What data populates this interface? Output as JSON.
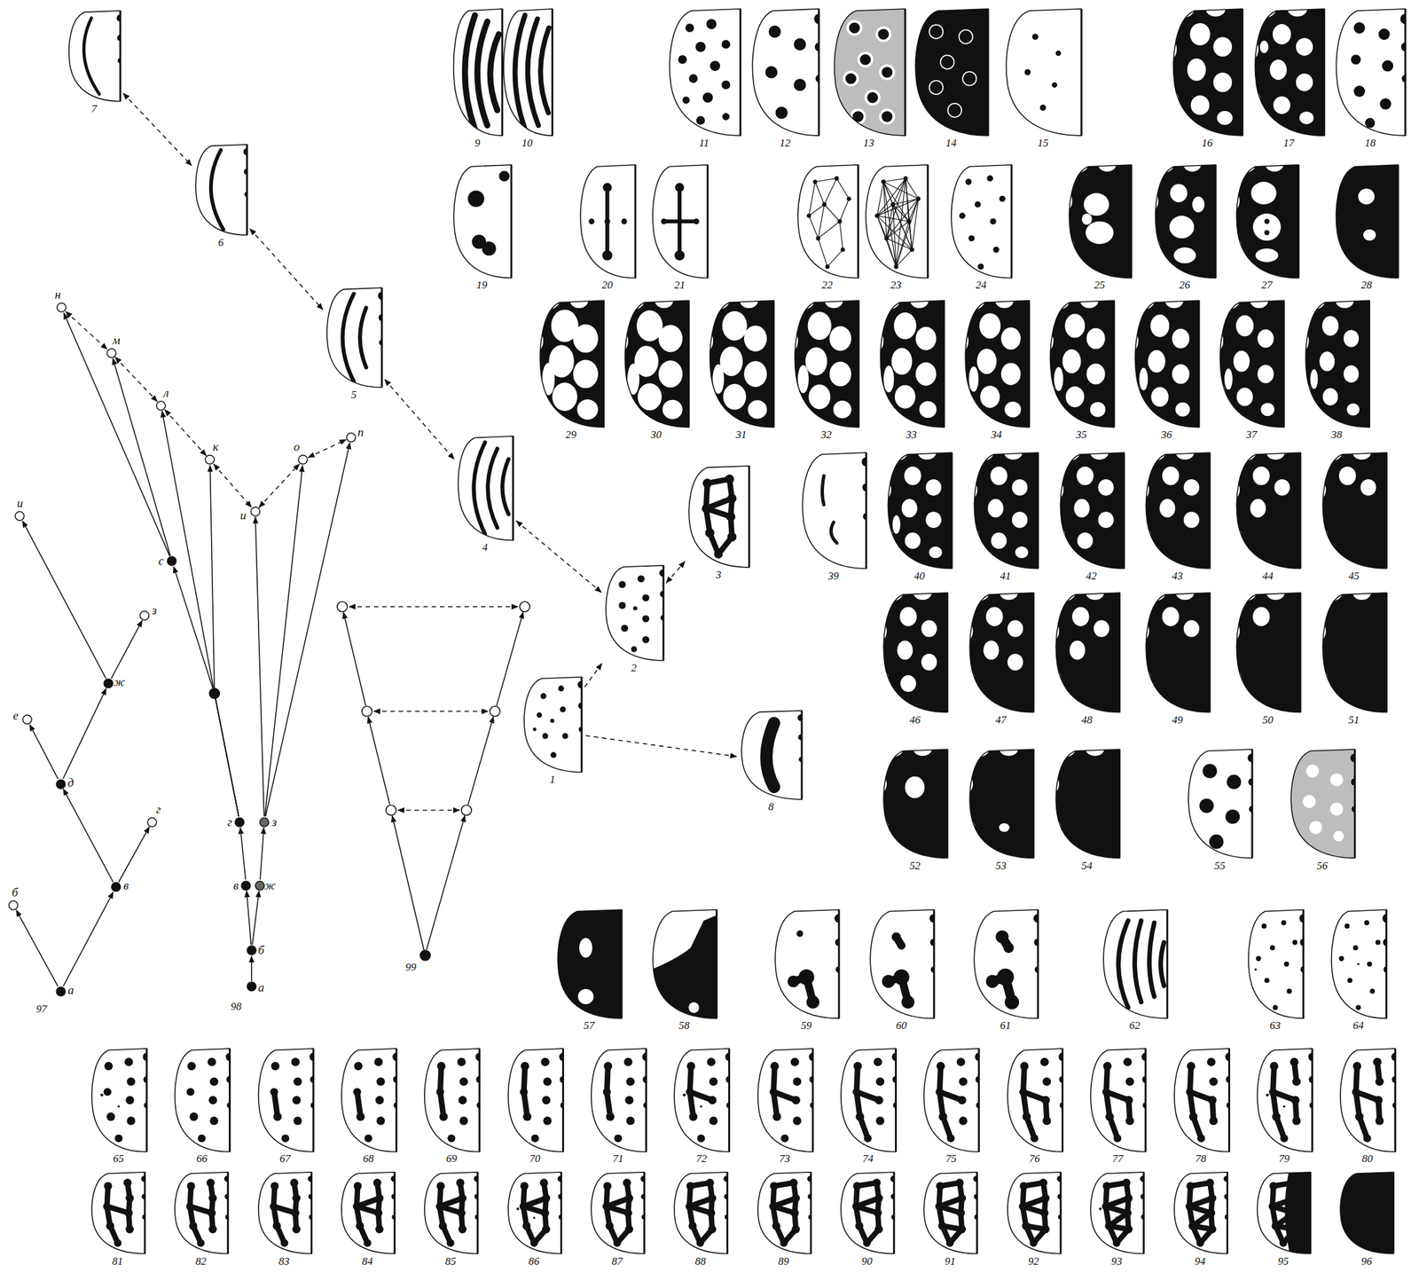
{
  "diagram": {
    "nodes": [
      {
        "text": [
          "1"
        ]
      },
      {
        "text": [
          "2"
        ]
      },
      {
        "text": [
          "3"
        ]
      },
      {
        "text": [
          "4"
        ]
      },
      {
        "text": [
          "5"
        ]
      },
      {
        "text": [
          "6"
        ]
      },
      {
        "text": [
          "7"
        ]
      },
      {
        "text": [
          "8"
        ]
      },
      {
        "text": [
          "9"
        ]
      },
      {
        "text": [
          "10"
        ]
      },
      {
        "text": [
          "11"
        ]
      },
      {
        "text": [
          "12"
        ]
      },
      {
        "text": [
          "13"
        ]
      },
      {
        "text": [
          "14"
        ]
      },
      {
        "text": [
          "15"
        ]
      },
      {
        "text": [
          "16"
        ]
      },
      {
        "text": [
          "17"
        ]
      },
      {
        "text": [
          "18"
        ]
      },
      {
        "text": [
          "19"
        ]
      },
      {
        "text": [
          "20"
        ]
      },
      {
        "text": [
          "21"
        ]
      },
      {
        "text": [
          "22"
        ]
      },
      {
        "text": [
          "23"
        ]
      },
      {
        "text": [
          "24"
        ]
      },
      {
        "text": [
          "25"
        ]
      },
      {
        "text": [
          "26"
        ]
      },
      {
        "text": [
          "27"
        ]
      },
      {
        "text": [
          "28"
        ]
      },
      {
        "text": [
          "29"
        ]
      },
      {
        "text": [
          "30"
        ]
      },
      {
        "text": [
          "31"
        ]
      },
      {
        "text": [
          "32"
        ]
      },
      {
        "text": [
          "33"
        ]
      },
      {
        "text": [
          "34"
        ]
      },
      {
        "text": [
          "35"
        ]
      },
      {
        "text": [
          "36"
        ]
      },
      {
        "text": [
          "37"
        ]
      },
      {
        "text": [
          "38"
        ]
      },
      {
        "text": [
          "39"
        ]
      },
      {
        "text": [
          "40"
        ]
      },
      {
        "text": [
          "41"
        ]
      },
      {
        "text": [
          "42"
        ]
      },
      {
        "text": [
          "43"
        ]
      },
      {
        "text": [
          "44"
        ]
      },
      {
        "text": [
          "45"
        ]
      },
      {
        "text": [
          "46"
        ]
      },
      {
        "text": [
          "47"
        ]
      },
      {
        "text": [
          "48"
        ]
      },
      {
        "text": [
          "49"
        ]
      },
      {
        "text": [
          "50"
        ]
      },
      {
        "text": [
          "51"
        ]
      },
      {
        "text": [
          "52"
        ]
      },
      {
        "text": [
          "53"
        ]
      },
      {
        "text": [
          "54"
        ]
      },
      {
        "text": [
          "55"
        ]
      },
      {
        "text": [
          "56"
        ]
      },
      {
        "text": [
          "57"
        ]
      },
      {
        "text": [
          "58"
        ]
      },
      {
        "text": [
          "59"
        ]
      },
      {
        "text": [
          "60"
        ]
      },
      {
        "text": [
          "61"
        ]
      },
      {
        "text": [
          "62"
        ]
      },
      {
        "text": [
          "63"
        ]
      },
      {
        "text": [
          "64"
        ]
      },
      {
        "text": [
          "65"
        ]
      },
      {
        "text": [
          "66"
        ]
      },
      {
        "text": [
          "67"
        ]
      },
      {
        "text": [
          "68"
        ]
      },
      {
        "text": [
          "69"
        ]
      },
      {
        "text": [
          "70"
        ]
      },
      {
        "text": [
          "71"
        ]
      },
      {
        "text": [
          "72"
        ]
      },
      {
        "text": [
          "73"
        ]
      },
      {
        "text": [
          "74"
        ]
      },
      {
        "text": [
          "75"
        ]
      },
      {
        "text": [
          "76"
        ]
      },
      {
        "text": [
          "77"
        ]
      },
      {
        "text": [
          "78"
        ]
      },
      {
        "text": [
          "79"
        ]
      },
      {
        "text": [
          "80"
        ]
      },
      {
        "text": [
          "81"
        ]
      },
      {
        "text": [
          "82"
        ]
      },
      {
        "text": [
          "83"
        ]
      },
      {
        "text": [
          "84"
        ]
      },
      {
        "text": [
          "85"
        ]
      },
      {
        "text": [
          "86"
        ]
      },
      {
        "text": [
          "87"
        ]
      },
      {
        "text": [
          "88"
        ]
      },
      {
        "text": [
          "89"
        ]
      },
      {
        "text": [
          "90"
        ]
      },
      {
        "text": [
          "91"
        ]
      },
      {
        "text": [
          "92"
        ]
      },
      {
        "text": [
          "93"
        ]
      },
      {
        "text": [
          "94"
        ]
      },
      {
        "text": [
          "95"
        ]
      },
      {
        "text": [
          "96"
        ]
      },
      {
        "text": [
          "а"
        ]
      },
      {
        "text": [
          "б"
        ]
      },
      {
        "text": [
          "в"
        ]
      },
      {
        "text": [
          "г"
        ]
      },
      {
        "text": [
          "д"
        ]
      },
      {
        "text": [
          "е"
        ]
      },
      {
        "text": [
          "ж"
        ]
      },
      {
        "text": [
          "з"
        ]
      },
      {
        "text": [
          "и"
        ]
      },
      {
        "text": [
          "а"
        ]
      },
      {
        "text": [
          "б"
        ]
      },
      {
        "text": [
          "в"
        ]
      },
      {
        "text": [
          "ж"
        ]
      },
      {
        "text": [
          "г"
        ]
      },
      {
        "text": [
          "з"
        ]
      },
      {
        "text": [
          "с"
        ]
      },
      {
        "text": [
          "н"
        ]
      },
      {
        "text": [
          "м"
        ]
      },
      {
        "text": [
          "л"
        ]
      },
      {
        "text": [
          "к"
        ]
      },
      {
        "text": [
          "и"
        ]
      },
      {
        "text": [
          "о"
        ]
      },
      {
        "text": [
          "п"
        ]
      }
    ],
    "edges": [
      {
        "from": 6,
        "to": 5,
        "arrow": "both"
      },
      {
        "from": 5,
        "to": 4,
        "arrow": "both"
      },
      {
        "from": 4,
        "to": 3,
        "arrow": "both"
      },
      {
        "from": 3,
        "to": 1,
        "arrow": "both"
      },
      {
        "from": 0,
        "to": 1,
        "arrow": "to"
      },
      {
        "from": 1,
        "to": 2,
        "arrow": "both"
      },
      {
        "from": 0,
        "to": 7,
        "arrow": "to"
      },
      {
        "from": 96,
        "to": 97,
        "arrow": "to"
      },
      {
        "from": 96,
        "to": 98,
        "arrow": "to"
      },
      {
        "from": 98,
        "to": 99,
        "arrow": "to"
      },
      {
        "from": 98,
        "to": 100,
        "arrow": "to"
      },
      {
        "from": 100,
        "to": 101,
        "arrow": "to"
      },
      {
        "from": 100,
        "to": 102,
        "arrow": "to"
      },
      {
        "from": 102,
        "to": 103,
        "arrow": "to"
      },
      {
        "from": 102,
        "to": 104,
        "arrow": "to"
      },
      {
        "from": 105,
        "to": 106,
        "arrow": "to"
      },
      {
        "from": 106,
        "to": 107,
        "arrow": "to"
      },
      {
        "from": 106,
        "to": 108,
        "arrow": "to"
      },
      {
        "from": 107,
        "to": 109,
        "arrow": "to"
      },
      {
        "from": 108,
        "to": 110,
        "arrow": "to"
      },
      {
        "from": 109,
        "to": 115,
        "arrow": "to"
      },
      {
        "from": 109,
        "to": 114,
        "arrow": "to"
      },
      {
        "from": 109,
        "to": 111,
        "arrow": "to"
      },
      {
        "from": 111,
        "to": 112,
        "arrow": "to"
      },
      {
        "from": 111,
        "to": 113,
        "arrow": "to"
      },
      {
        "from": 110,
        "to": 116,
        "arrow": "to"
      },
      {
        "from": 110,
        "to": 117,
        "arrow": "to"
      },
      {
        "from": 110,
        "to": 118,
        "arrow": "to"
      },
      {
        "from": 112,
        "to": 113,
        "arrow": "both"
      },
      {
        "from": 113,
        "to": 114,
        "arrow": "both"
      },
      {
        "from": 114,
        "to": 115,
        "arrow": "both"
      },
      {
        "from": 115,
        "to": 116,
        "arrow": "both"
      },
      {
        "from": 116,
        "to": 117,
        "arrow": "both"
      },
      {
        "from": 117,
        "to": 118,
        "arrow": "both"
      }
    ],
    "labels": [
      "97",
      "98",
      "99"
    ]
  }
}
